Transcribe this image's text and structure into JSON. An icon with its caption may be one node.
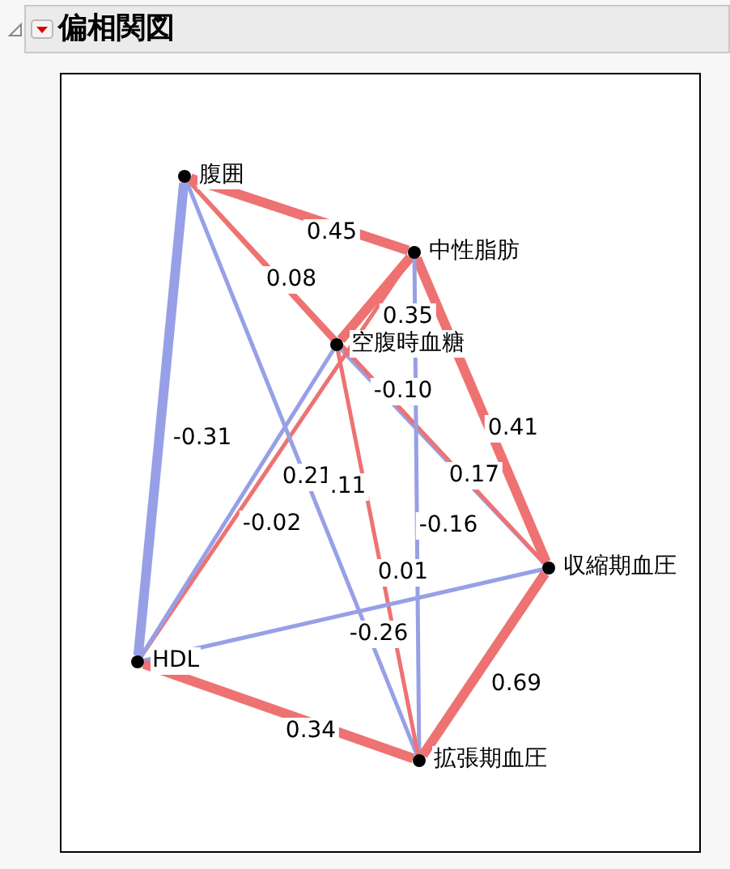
{
  "diagram": {
    "title": "偏相関図",
    "nodes": [
      {
        "text": [],
        "shape": "circle",
        "beside": [
          "腹囲"
        ]
      },
      {
        "text": [],
        "shape": "circle",
        "beside": [
          "中性脂肪"
        ]
      },
      {
        "text": [],
        "shape": "circle",
        "beside": [
          "空腹時血糖"
        ]
      },
      {
        "text": [],
        "shape": "circle",
        "beside": [
          "収縮期血圧"
        ]
      },
      {
        "text": [],
        "shape": "circle",
        "beside": [
          "HDL"
        ]
      },
      {
        "text": [],
        "shape": "circle",
        "beside": [
          "拡張期血圧"
        ]
      }
    ],
    "edges": [
      {
        "from": 0,
        "to": 1,
        "arrow": "none",
        "label": "0.45",
        "style": "thick"
      },
      {
        "from": 0,
        "to": 2,
        "arrow": "none",
        "label": "0.08"
      },
      {
        "from": 1,
        "to": 2,
        "arrow": "none",
        "label": "0.35",
        "style": "thick"
      },
      {
        "from": 2,
        "to": 3,
        "arrow": "none",
        "label": "-0.10",
        "color": "#97a0e6"
      },
      {
        "from": 1,
        "to": 3,
        "arrow": "none",
        "label": "0.41",
        "style": "thick"
      },
      {
        "from": 0,
        "to": 4,
        "arrow": "none",
        "label": "-0.31",
        "style": "thick",
        "color": "#97a0e6"
      },
      {
        "from": 1,
        "to": 4,
        "arrow": "none",
        "label": "0.21"
      },
      {
        "from": 0,
        "to": 5,
        "arrow": "none",
        "label": ".11",
        "color": "#97a0e6"
      },
      {
        "from": 0,
        "to": 3,
        "arrow": "none",
        "label": "0.17"
      },
      {
        "from": 2,
        "to": 4,
        "arrow": "none",
        "label": "-0.02",
        "color": "#97a0e6"
      },
      {
        "from": 1,
        "to": 5,
        "arrow": "none",
        "label": "-0.16",
        "color": "#97a0e6"
      },
      {
        "from": 2,
        "to": 5,
        "arrow": "none",
        "label": "0.01"
      },
      {
        "from": 3,
        "to": 4,
        "arrow": "none",
        "label": "-0.26",
        "color": "#97a0e6"
      },
      {
        "from": 3,
        "to": 5,
        "arrow": "none",
        "label": "0.69",
        "style": "thick"
      },
      {
        "from": 4,
        "to": 5,
        "arrow": "none",
        "label": "0.34",
        "style": "thick"
      }
    ]
  }
}
